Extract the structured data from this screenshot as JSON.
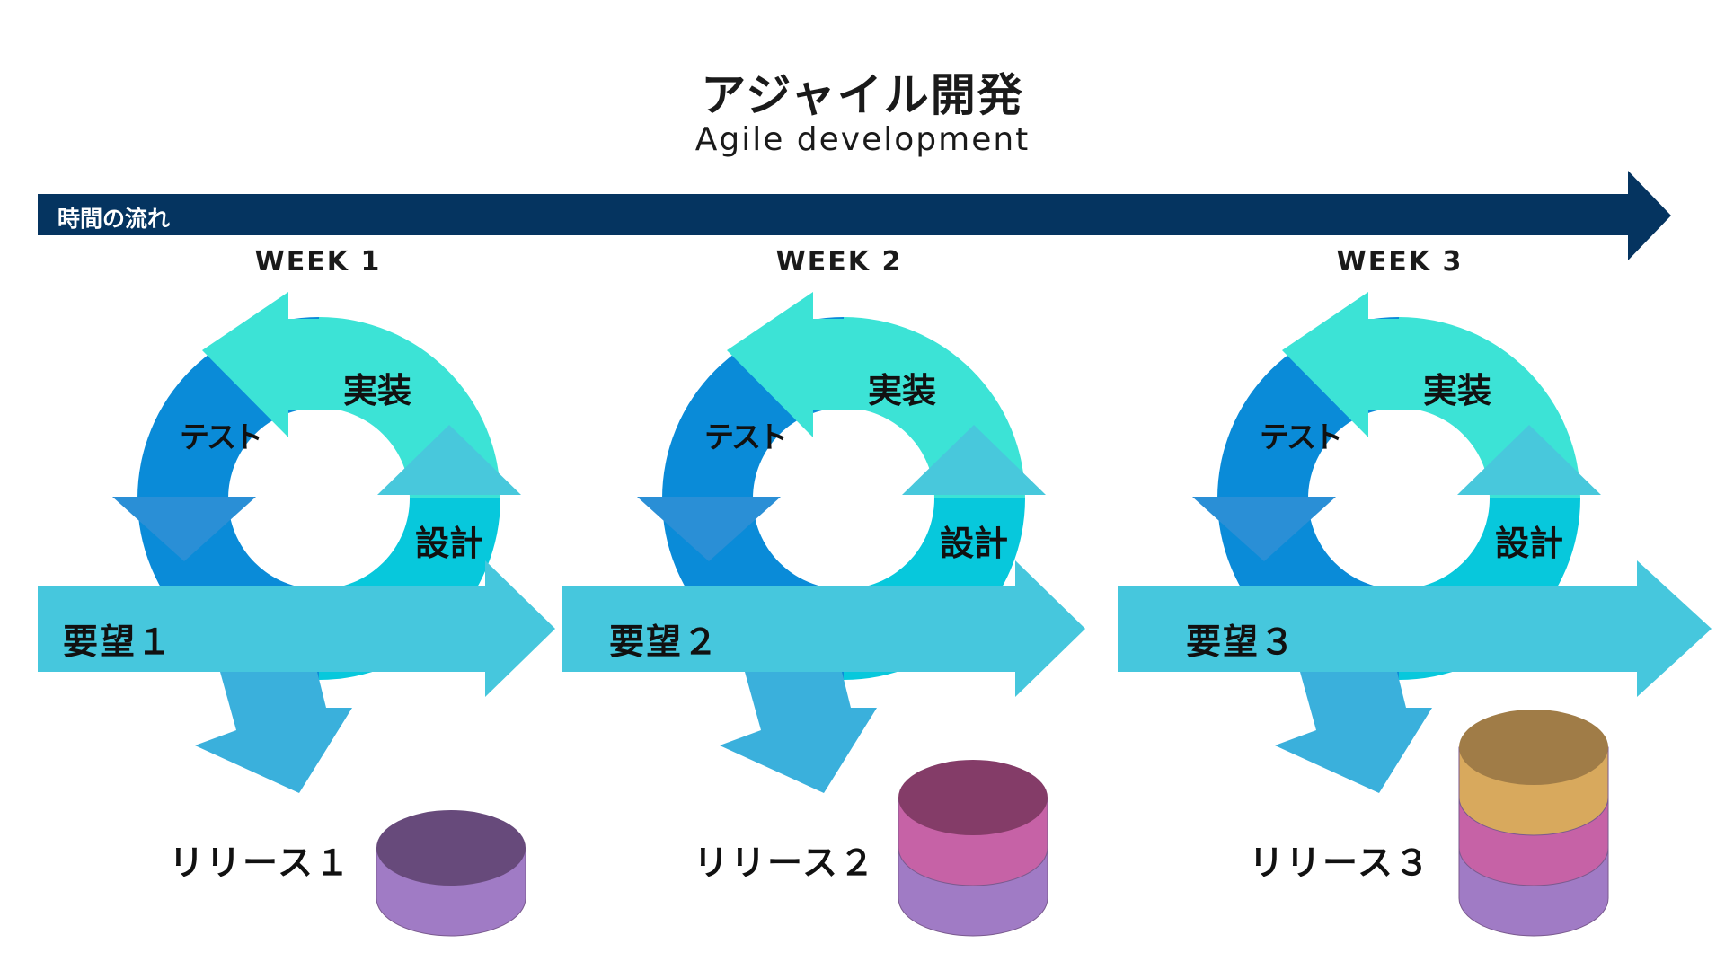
{
  "title": "アジャイル開発",
  "subtitle": "Agile development",
  "timeline": {
    "label": "時間の流れ"
  },
  "stage_labels": {
    "implementation": "実装",
    "test": "テスト",
    "design": "設計"
  },
  "weeks": [
    {
      "label": "WEEK 1",
      "requirement": "要望１",
      "release": "リリース１",
      "db_layers": 1
    },
    {
      "label": "WEEK 2",
      "requirement": "要望２",
      "release": "リリース２",
      "db_layers": 2
    },
    {
      "label": "WEEK 3",
      "requirement": "要望３",
      "release": "リリース３",
      "db_layers": 3
    }
  ],
  "colors": {
    "timeline": "#053460",
    "implementation": "#3ce3d6",
    "test": "#0a8bd8",
    "design": "#07c8dc",
    "test_arrow": "#2a8fd6",
    "design_arrow": "#48c8dc",
    "requirement": "#46c7dd",
    "release_arrow": "#3ab0dc",
    "db_layer_1": "#a07bc5",
    "db_layer_2": "#c662a6",
    "db_layer_3": "#d8a95d"
  }
}
